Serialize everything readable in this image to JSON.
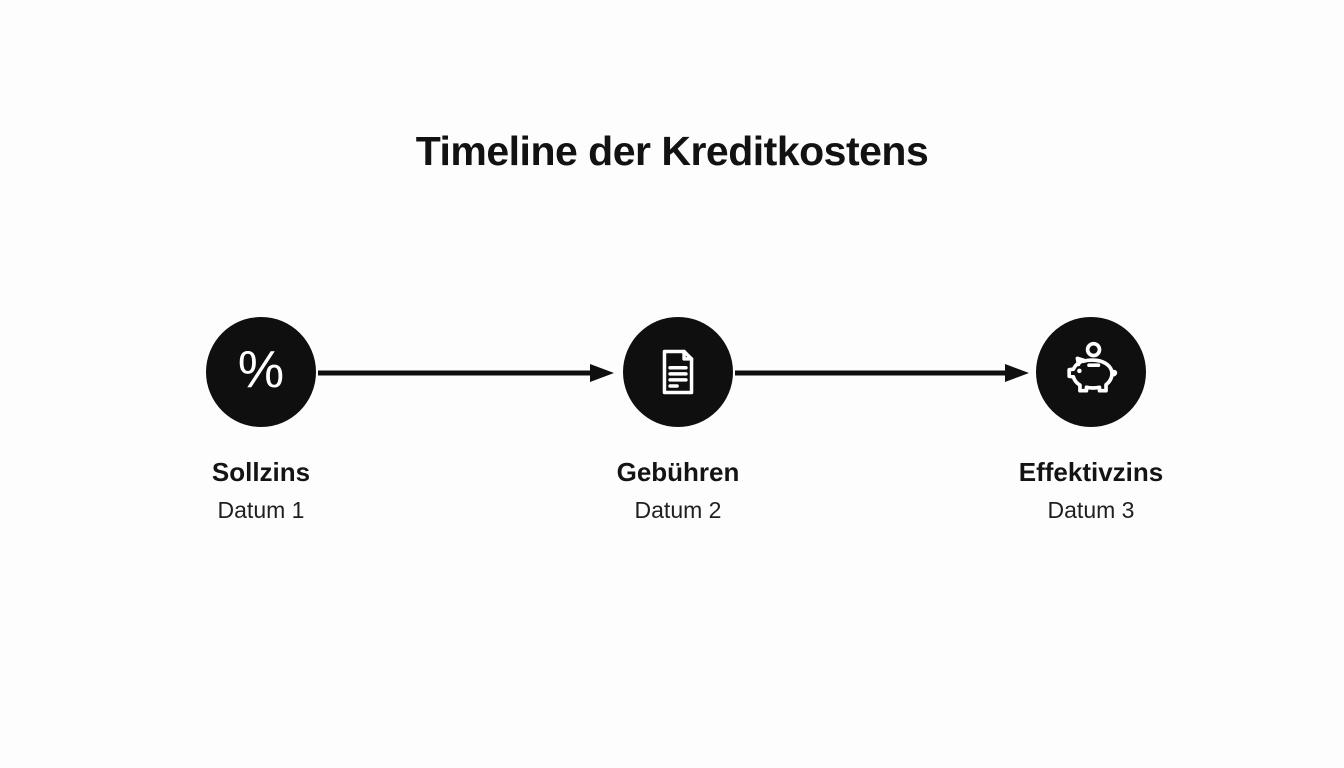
{
  "title": "Timeline der Kreditkostens",
  "colors": {
    "background": "#fdfdfd",
    "node-fill": "#0f0f0f",
    "icon-color": "#ffffff",
    "arrow-color": "#0f0f0f",
    "title-color": "#121212",
    "label-color": "#141414",
    "date-color": "#1f1f1f"
  },
  "timeline": {
    "nodes": [
      {
        "label": "Sollzins",
        "date": "Datum 1",
        "icon": "percent-icon",
        "glyph": "%"
      },
      {
        "label": "Gebühren",
        "date": "Datum 2",
        "icon": "document-icon"
      },
      {
        "label": "Effektivzins",
        "date": "Datum 3",
        "icon": "piggy-bank-icon"
      }
    ]
  }
}
